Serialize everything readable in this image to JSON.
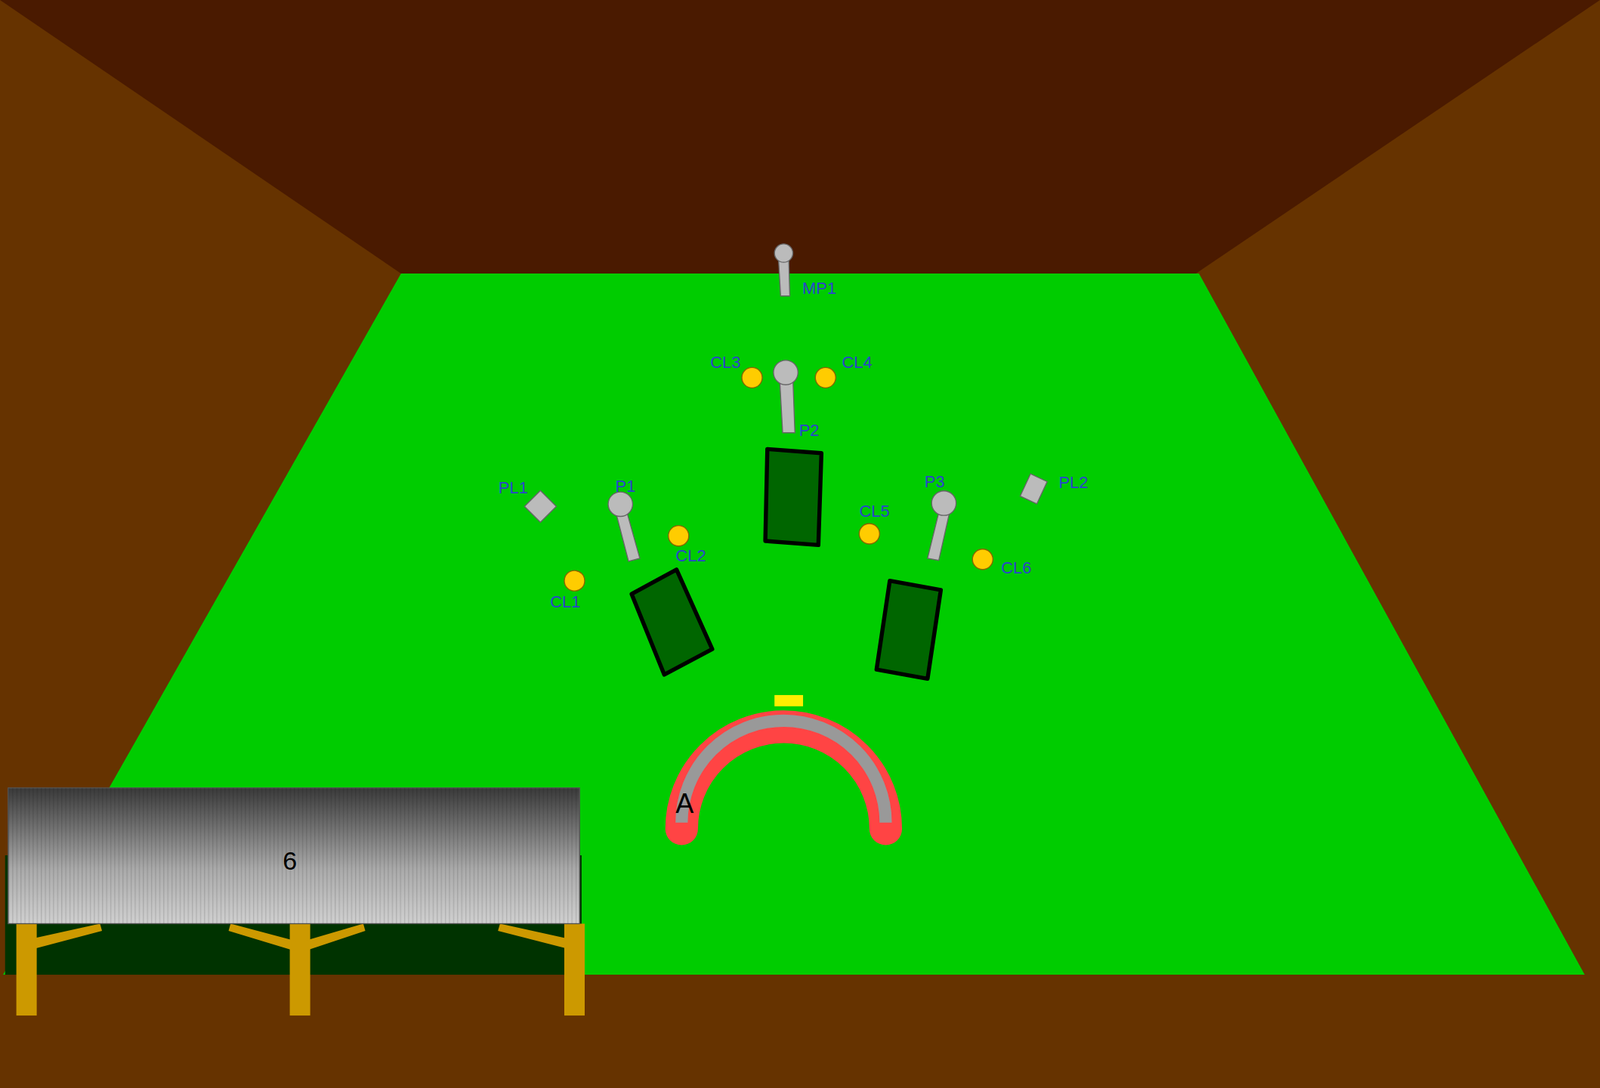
{
  "diagram": {
    "labels": [
      "MP1",
      "CL3",
      "CL4",
      "P2",
      "PL1",
      "P1",
      "P3",
      "PL2",
      "CL5",
      "CL2",
      "CL6",
      "CL1",
      "A",
      "6"
    ]
  }
}
